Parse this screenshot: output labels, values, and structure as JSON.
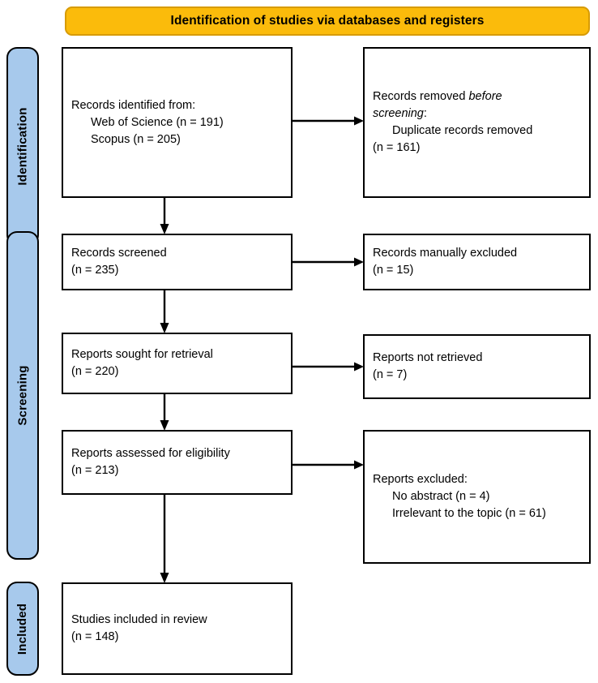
{
  "header": {
    "title": "Identification of studies via databases and registers",
    "bg_color": "#FBBB0B",
    "border_color": "#D79B06"
  },
  "stages": [
    {
      "id": "identification",
      "label": "Identification",
      "color": "#A7C9EC"
    },
    {
      "id": "screening",
      "label": "Screening",
      "color": "#A7C9EC"
    },
    {
      "id": "included",
      "label": "Included",
      "color": "#A7C9EC"
    }
  ],
  "boxes": {
    "records_identified": {
      "lines": [
        "Records identified from:",
        "Web of Science (n = 191)",
        "Scopus (n = 205)"
      ]
    },
    "records_removed": {
      "line1_pre": "Records removed ",
      "line1_italic": "before",
      "line2_italic": "screening",
      "line2_post": ":",
      "line3": "Duplicate records removed",
      "line4": "(n = 161)"
    },
    "records_screened": {
      "lines": [
        "Records screened",
        "(n = 235)"
      ]
    },
    "records_excluded": {
      "lines": [
        "Records manually excluded",
        "(n = 15)"
      ]
    },
    "reports_sought": {
      "lines": [
        "Reports sought for retrieval",
        "(n = 220)"
      ]
    },
    "reports_not_retrieved": {
      "lines": [
        "Reports not retrieved",
        "(n = 7)"
      ]
    },
    "reports_assessed": {
      "lines": [
        "Reports assessed for eligibility",
        "(n = 213)"
      ]
    },
    "reports_excluded": {
      "lines": [
        "Reports excluded:",
        "No abstract (n = 4)",
        "Irrelevant to the topic (n = 61)"
      ]
    },
    "studies_included": {
      "lines": [
        "Studies included in review",
        "(n = 148)"
      ]
    }
  },
  "chart_data": {
    "type": "diagram",
    "title": "Identification of studies via databases and registers",
    "stages": [
      "Identification",
      "Screening",
      "Included"
    ],
    "nodes": [
      {
        "id": "records_identified",
        "stage": "Identification",
        "column": "left",
        "label": "Records identified from",
        "sources": [
          {
            "name": "Web of Science",
            "n": 191
          },
          {
            "name": "Scopus",
            "n": 205
          }
        ]
      },
      {
        "id": "records_removed",
        "stage": "Identification",
        "column": "right",
        "label": "Records removed before screening",
        "items": [
          {
            "name": "Duplicate records removed",
            "n": 161
          }
        ]
      },
      {
        "id": "records_screened",
        "stage": "Screening",
        "column": "left",
        "label": "Records screened",
        "n": 235
      },
      {
        "id": "records_excluded",
        "stage": "Screening",
        "column": "right",
        "label": "Records manually excluded",
        "n": 15
      },
      {
        "id": "reports_sought",
        "stage": "Screening",
        "column": "left",
        "label": "Reports sought for retrieval",
        "n": 220
      },
      {
        "id": "reports_not_retrieved",
        "stage": "Screening",
        "column": "right",
        "label": "Reports not retrieved",
        "n": 7
      },
      {
        "id": "reports_assessed",
        "stage": "Screening",
        "column": "left",
        "label": "Reports assessed for eligibility",
        "n": 213
      },
      {
        "id": "reports_excluded",
        "stage": "Screening",
        "column": "right",
        "label": "Reports excluded",
        "items": [
          {
            "name": "No abstract",
            "n": 4
          },
          {
            "name": "Irrelevant to the topic",
            "n": 61
          }
        ]
      },
      {
        "id": "studies_included",
        "stage": "Included",
        "column": "left",
        "label": "Studies included in review",
        "n": 148
      }
    ],
    "edges": [
      {
        "from": "records_identified",
        "to": "records_removed",
        "direction": "right"
      },
      {
        "from": "records_identified",
        "to": "records_screened",
        "direction": "down"
      },
      {
        "from": "records_screened",
        "to": "records_excluded",
        "direction": "right"
      },
      {
        "from": "records_screened",
        "to": "reports_sought",
        "direction": "down"
      },
      {
        "from": "reports_sought",
        "to": "reports_not_retrieved",
        "direction": "right"
      },
      {
        "from": "reports_sought",
        "to": "reports_assessed",
        "direction": "down"
      },
      {
        "from": "reports_assessed",
        "to": "reports_excluded",
        "direction": "right"
      },
      {
        "from": "reports_assessed",
        "to": "studies_included",
        "direction": "down"
      }
    ]
  }
}
